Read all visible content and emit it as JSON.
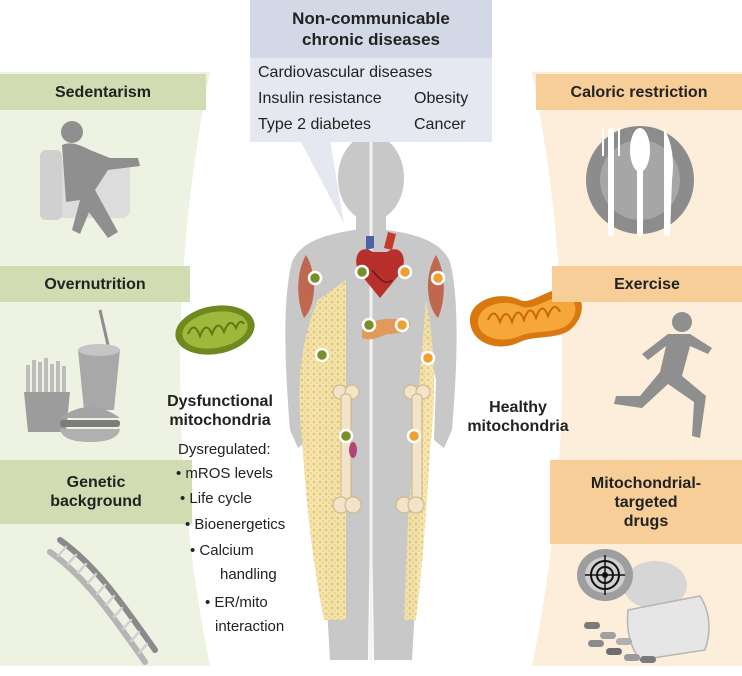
{
  "title": "Non-communicable chronic diseases",
  "title_lines": [
    "Non-communicable",
    "chronic diseases"
  ],
  "diseases": {
    "cardiovascular": "Cardiovascular diseases",
    "insulin": "Insulin resistance",
    "obesity": "Obesity",
    "diabetes": "Type 2 diabetes",
    "cancer": "Cancer"
  },
  "left_factors": {
    "sedentarism": "Sedentarism",
    "overnutrition": "Overnutrition",
    "genetic_lines": [
      "Genetic",
      "background"
    ]
  },
  "right_factors": {
    "caloric": "Caloric restriction",
    "exercise": "Exercise",
    "drugs_lines": [
      "Mitochondrial-",
      "targeted",
      "drugs"
    ]
  },
  "dysfunctional": {
    "title_lines": [
      "Dysfunctional",
      "mitochondria"
    ],
    "subtitle": "Dysregulated:",
    "items": [
      "• mROS levels",
      "• Life cycle",
      "• Bioenergetics",
      "• Calcium",
      "handling",
      "• ER/mito",
      "interaction"
    ]
  },
  "healthy": {
    "title_lines": [
      "Healthy",
      "mitochondria"
    ]
  },
  "colors": {
    "left_band": "#d1dcb3",
    "left_bg": "#eef2e2",
    "right_band": "#f7cd98",
    "right_bg": "#fdeedb",
    "title_box": "#d3d8e6",
    "body": "#c8c8c8",
    "green_dot": "#7a8f2a",
    "orange_dot": "#f0a030"
  }
}
